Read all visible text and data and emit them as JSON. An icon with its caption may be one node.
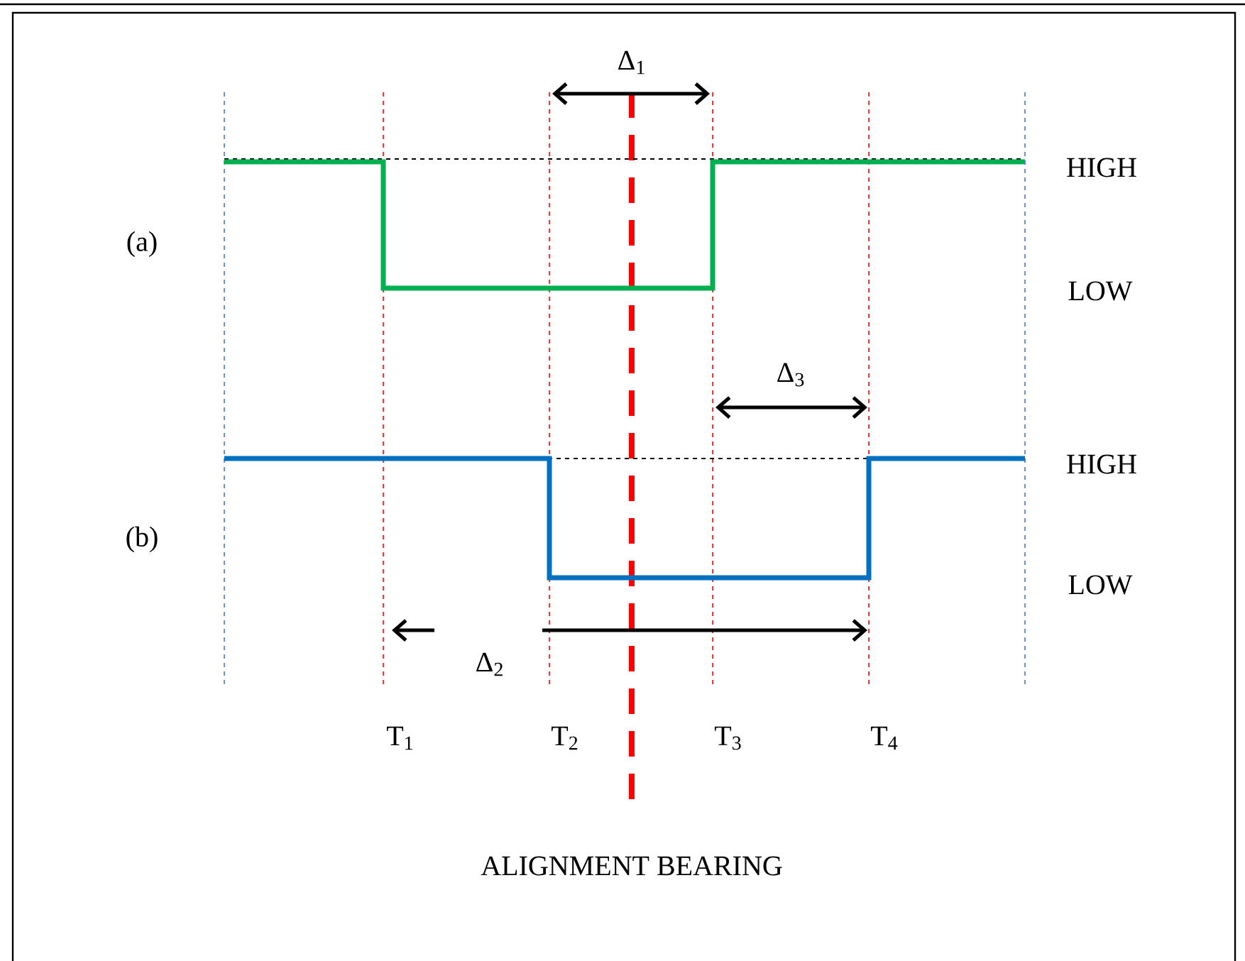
{
  "diagram": {
    "labels": [
      "Δ$_{1}$",
      "HIGH",
      "(a)",
      "LOW",
      "Δ$_{3}$",
      "HIGH",
      "(b)",
      "LOW",
      "Δ$_{2}$",
      "T$_{1}$",
      "T$_{2}$",
      "T$_{3}$",
      "T$_{4}$",
      "ALIGNMENT BEARING"
    ]
  }
}
